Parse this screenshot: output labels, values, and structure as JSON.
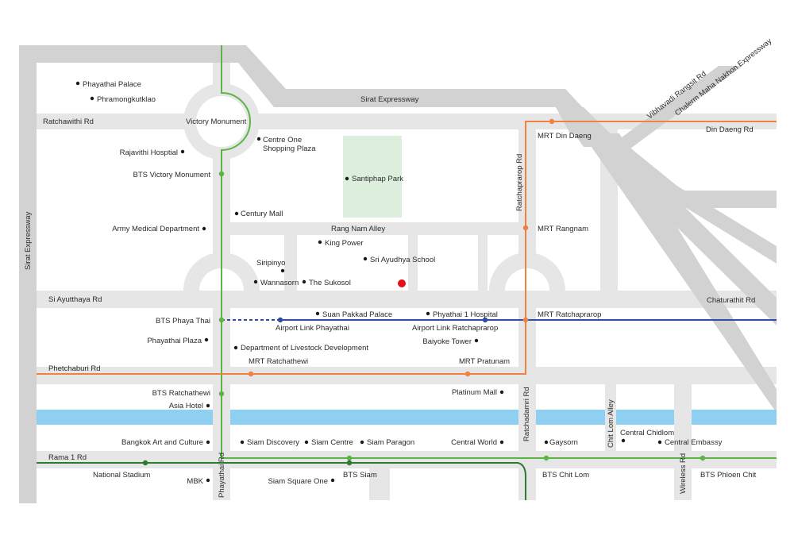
{
  "roads": {
    "sirat_expressway_top": "Sirat Expressway",
    "sirat_expressway_left": "Sirat Expressway",
    "ratchawithi": "Ratchawithi Rd",
    "vibhavadi": "Vibhavadi Rangsit Rd",
    "chalerm": "Chalerm Maha Nakhon Expressway",
    "din_daeng": "Din Daeng Rd",
    "ratchaprarop": "Ratchaprarop Rd",
    "rang_nam": "Rang Nam Alley",
    "si_ayutthaya": "Si Ayutthaya Rd",
    "chaturathit": "Chaturathit Rd",
    "phetchaburi": "Phetchaburi Rd",
    "ratchadamri": "Ratchadamri Rd",
    "chit_lom_alley": "Chit Lom Alley",
    "rama1": "Rama 1 Rd",
    "phayathai": "Phayathai Rd",
    "wireless": "Wireless Rd"
  },
  "places": {
    "phayathai_palace": "Phayathai Palace",
    "phramongkutklao": "Phramongkutklao",
    "victory_monument": "Victory Monument",
    "centre_one_1": "Centre One",
    "centre_one_2": "Shopping Plaza",
    "rajavithi": "Rajavithi Hosptial",
    "santiphap": "Santiphap Park",
    "century_mall": "Century Mall",
    "army_medical": "Army Medical Department",
    "king_power": "King Power",
    "sri_ayudhya": "Sri Ayudhya School",
    "siripinyo": "Siripinyo",
    "wannasorn": "Wannasorn",
    "sukosol": "The Sukosol",
    "suan_pakkad": "Suan Pakkad Palace",
    "phyathai1": "Phyathai 1 Hospital",
    "phayathai_plaza": "Phayathai Plaza",
    "livestock": "Department of Livestock Development",
    "baiyoke": "Baiyoke Tower",
    "platinum": "Platinum Mall",
    "asia_hotel": "Asia Hotel",
    "bacc": "Bangkok Art and Culture",
    "siam_discovery": "Siam Discovery",
    "siam_centre": "Siam Centre",
    "siam_paragon": "Siam Paragon",
    "central_world": "Central World",
    "gaysorn": "Gaysorn",
    "central_chidlom": "Central Chidlom",
    "central_embassy": "Central Embassy",
    "mbk": "MBK",
    "siam_square_one": "Siam Square One"
  },
  "stations": {
    "bts_victory": "BTS Victory Monument",
    "bts_phaya_thai": "BTS Phaya Thai",
    "bts_ratchathewi": "BTS Ratchathewi",
    "national_stadium": "National Stadium",
    "bts_siam": "BTS Siam",
    "bts_chit_lom": "BTS Chit Lom",
    "bts_phloen_chit": "BTS Phloen Chit",
    "mrt_din_daeng": "MRT Din Daeng",
    "mrt_rangnam": "MRT Rangnam",
    "mrt_ratchaprarop": "MRT Ratchaprarop",
    "mrt_ratchathewi": "MRT Ratchathewi",
    "mrt_pratunam": "MRT Pratunam",
    "arl_phayathai": "Airport Link Phayathai",
    "arl_ratchaprarop": "Airport Link Ratchaprarop"
  },
  "colors": {
    "road": "#e6e6e6",
    "expressway": "#cfcfcf",
    "water": "#8ecff2",
    "park": "#ddeedd",
    "bts_light": "#5bb443",
    "bts_dark": "#2e7a2e",
    "mrt": "#ef8142",
    "airport_link": "#2d4fa0",
    "marker": "#e2111c"
  }
}
